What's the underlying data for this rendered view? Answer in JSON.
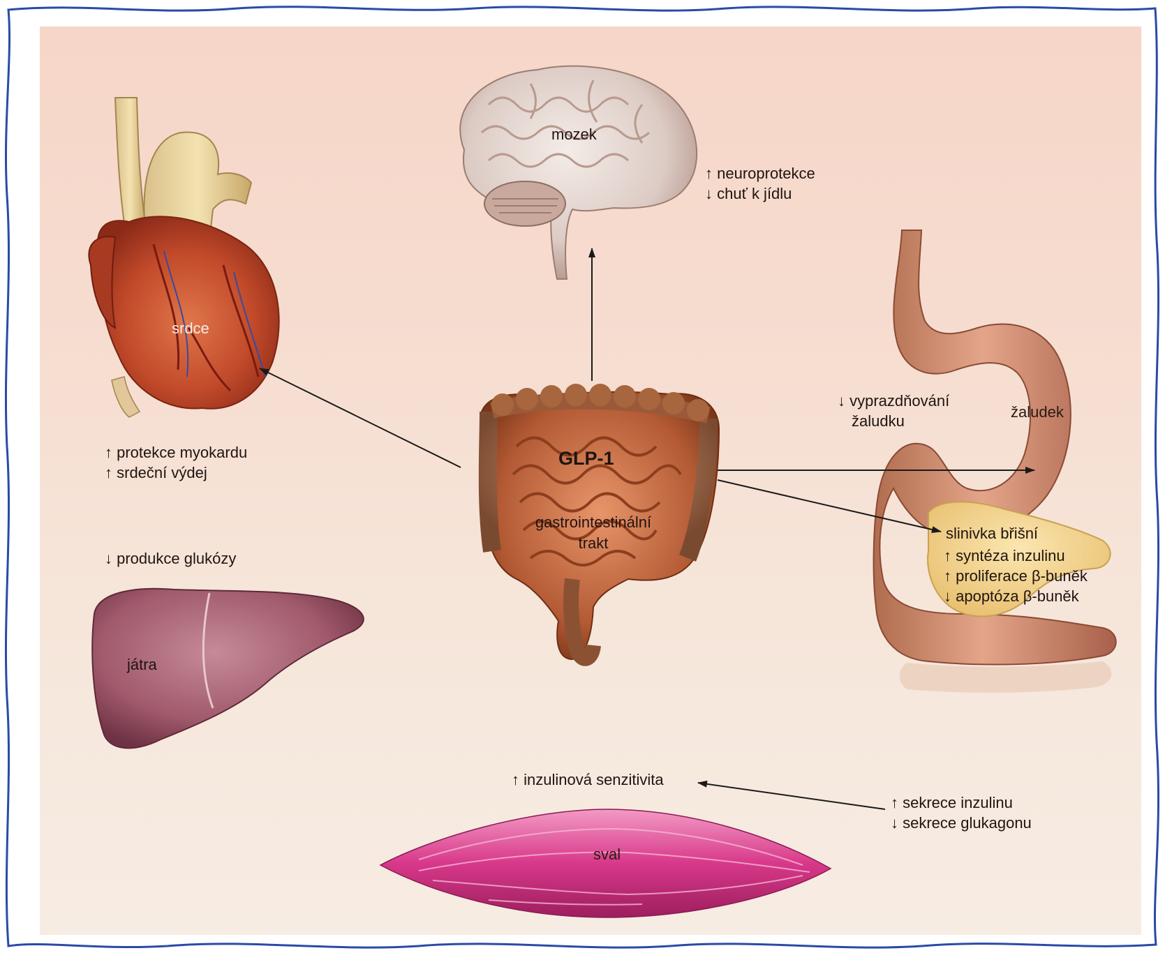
{
  "colors": {
    "frame": "#2a4aa8",
    "background_top": "#f6d6c8",
    "background_bottom": "#f7ece3",
    "arrow": "#1a1a1a"
  },
  "center": {
    "title": "GLP-1",
    "organ_label": "gastrointestinální trakt"
  },
  "brain": {
    "label": "mozek",
    "effects": [
      "↑ neuroprotekce",
      "↓ chuť k jídlu"
    ]
  },
  "heart": {
    "label": "srdce",
    "effects": [
      "↑ protekce myokardu",
      "↑ srdeční výdej"
    ]
  },
  "liver": {
    "label": "játra",
    "effects": [
      "↓ produkce glukózy"
    ]
  },
  "stomach": {
    "label": "žaludek",
    "effects": [
      "↓ vyprazdňování",
      "žaludku"
    ]
  },
  "pancreas": {
    "label": "slinivka břišní",
    "effects": [
      "↑ syntéza inzulinu",
      "↑ proliferace β-buněk",
      "↓ apoptóza β-buněk"
    ]
  },
  "muscle": {
    "label": "sval",
    "effects": [
      "↑ inzulinová senzitivita"
    ]
  },
  "pancreas_secretion": {
    "effects": [
      "↑ sekrece inzulinu",
      "↓ sekrece glukagonu"
    ]
  },
  "icons": [
    "brain-icon",
    "heart-icon",
    "liver-icon",
    "stomach-icon",
    "pancreas-icon",
    "intestine-icon",
    "muscle-icon"
  ]
}
